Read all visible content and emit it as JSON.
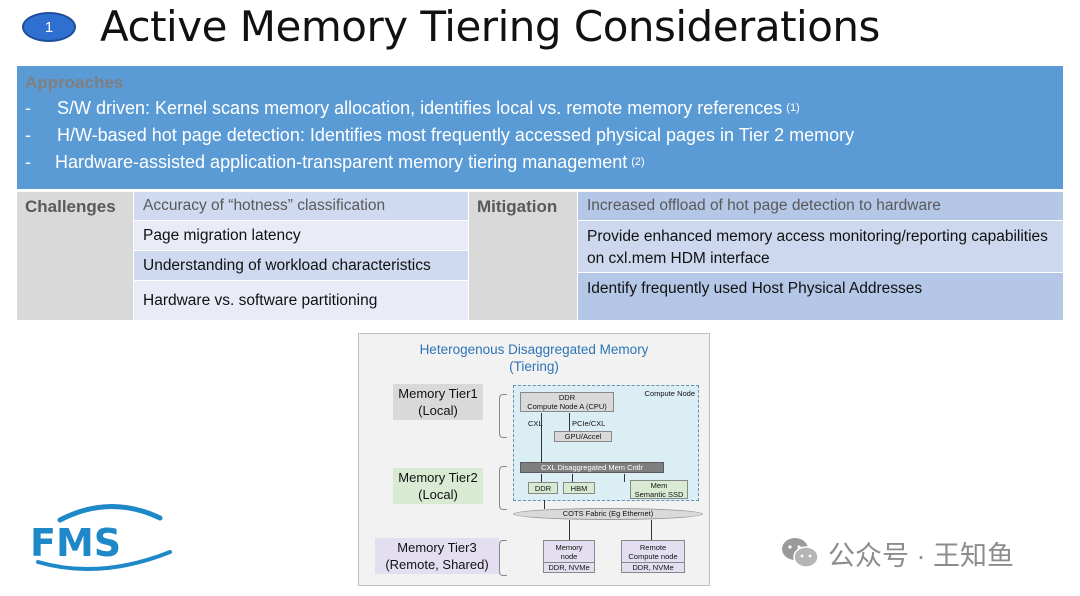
{
  "slide": {
    "badge_number": "1",
    "title": "Active Memory Tiering Considerations"
  },
  "approaches": {
    "heading": "Approaches",
    "items": [
      {
        "dash": "-",
        "text": "S/W driven: Kernel  scans memory allocation, identifies local vs. remote memory references",
        "ref": "(1)"
      },
      {
        "dash": "-",
        "text": "H/W-based hot page detection:  Identifies most frequently accessed physical pages in Tier 2 memory",
        "ref": ""
      },
      {
        "dash": "-",
        "text": "Hardware-assisted application-transparent memory tiering management",
        "ref": "(2)"
      }
    ]
  },
  "challenges": {
    "label": "Challenges",
    "items": [
      "Accuracy of “hotness” classification",
      "Page migration latency",
      "Understanding of workload characteristics",
      "Hardware vs. software partitioning"
    ]
  },
  "mitigation": {
    "label": "Mitigation",
    "items": [
      "Increased offload of hot page detection to hardware",
      "Provide enhanced memory access monitoring/reporting capabilities on cxl.mem HDM interface",
      "Identify frequently used Host Physical Addresses"
    ]
  },
  "diagram": {
    "title_line1": "Heterogenous Disaggregated Memory",
    "title_line2": "(Tiering)",
    "tier1_line1": "Memory Tier1",
    "tier1_line2": "(Local)",
    "tier2_line1": "Memory Tier2",
    "tier2_line2": "(Local)",
    "tier3_line1": "Memory Tier3",
    "tier3_line2": "(Remote, Shared)",
    "compute_node_label": "Compute Node",
    "ddr_top": "DDR",
    "compute_node_a": "Compute Node A (CPU)",
    "cxl_label": "CXL",
    "pcie_cxl_label": "PCIe/CXL",
    "gpu_accel": "GPU/Accel",
    "cxl_ctrl": "CXL Disaggregated Mem Cntlr",
    "ddr_bottom": "DDR",
    "hbm": "HBM",
    "mem_ssd_line1": "Mem",
    "mem_ssd_line2": "Semantic SSD",
    "fabric": "COTS Fabric (Eg Ethernet)",
    "memory_node_line1": "Memory",
    "memory_node_line2": "node",
    "memory_node_sub": "DDR, NVMe",
    "remote_node_line1": "Remote",
    "remote_node_line2": "Compute node",
    "remote_node_sub": "DDR, NVMe"
  },
  "logo": {
    "text": "FMS",
    "color": "#1e88c8"
  },
  "watermark": {
    "text": "公众号 · 王知鱼"
  }
}
